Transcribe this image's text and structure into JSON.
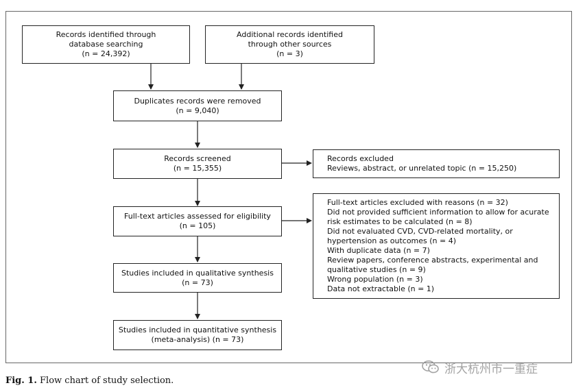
{
  "boxes": {
    "identified": {
      "line1": "Records identified through",
      "line2": "database searching",
      "line3": "(n = 24,392)"
    },
    "additional": {
      "line1": "Additional records identified",
      "line2": "through other sources",
      "line3": "(n = 3)"
    },
    "duplicates": {
      "line1": "Duplicates records were removed",
      "line2": "(n = 9,040)"
    },
    "screened": {
      "line1": "Records screened",
      "line2": "(n = 15,355)"
    },
    "excluded": {
      "line1": "Records excluded",
      "line2": "Reviews, abstract, or unrelated topic (n = 15,250)"
    },
    "fulltext": {
      "line1": "Full-text articles assessed for eligibility",
      "line2": "(n = 105)"
    },
    "fulltext_excluded": {
      "lines": [
        "Full-text articles excluded with reasons (n = 32)",
        "Did not provided sufficient information to allow for acurate",
        "risk estimates to be calculated (n = 8)",
        "Did not evaluated CVD, CVD-related mortality, or",
        "hypertension as outcomes (n = 4)",
        "With duplicate data (n = 7)",
        "Review papers, conference abstracts, experimental and",
        "qualitative studies (n = 9)",
        "Wrong population (n = 3)",
        "Data not extractable (n = 1)"
      ]
    },
    "qualitative": {
      "line1": "Studies included in qualitative synthesis",
      "line2": "(n = 73)"
    },
    "quantitative": {
      "line1": "Studies included in quantitative synthesis",
      "line2": "(meta-analysis) (n = 73)"
    }
  },
  "caption": {
    "label": "Fig. 1.",
    "text": " Flow chart of study selection."
  },
  "watermark": {
    "icon": "wechat-icon",
    "text": "浙大杭州市一重症"
  },
  "colors": {
    "border": "#222222",
    "frame": "#666666",
    "watermark": "#9a9a9a"
  }
}
